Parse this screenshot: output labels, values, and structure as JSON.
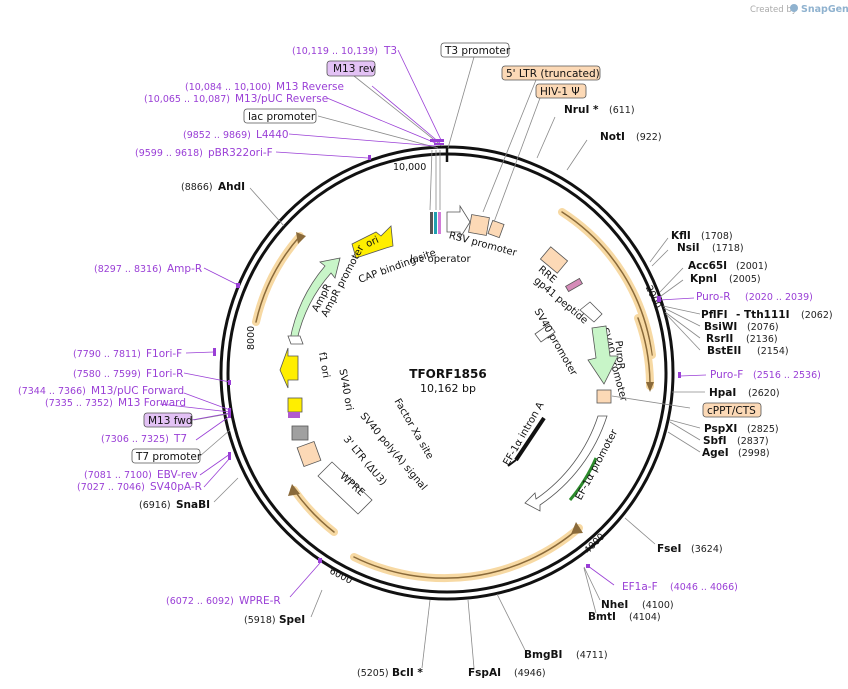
{
  "credit": {
    "prefix": "Created by",
    "brand": "SnapGene"
  },
  "plasmid": {
    "name": "TFORF1856",
    "length_label": "10,162 bp"
  },
  "ticks": [
    "10,000",
    "2000",
    "4000",
    "6000",
    "8000"
  ],
  "sites": [
    {
      "name": "AhdI",
      "pos": "(8866)"
    },
    {
      "name": "NruI *",
      "pos": "(611)"
    },
    {
      "name": "NotI",
      "pos": "(922)"
    },
    {
      "name": "KflI",
      "pos": "(1708)"
    },
    {
      "name": "NsiI",
      "pos": "(1718)"
    },
    {
      "name": "Acc65I",
      "pos": "(2001)"
    },
    {
      "name": "KpnI",
      "pos": "(2005)"
    },
    {
      "name": "PflFI",
      "pos": "- Tth111I",
      "extra": "(2062)"
    },
    {
      "name": "BsiWI",
      "pos": "(2076)"
    },
    {
      "name": "RsrII",
      "pos": "(2136)"
    },
    {
      "name": "BstEII",
      "pos": "(2154)"
    },
    {
      "name": "HpaI",
      "pos": "(2620)"
    },
    {
      "name": "PspXI",
      "pos": "(2825)"
    },
    {
      "name": "SbfI",
      "pos": "(2837)"
    },
    {
      "name": "AgeI",
      "pos": "(2998)"
    },
    {
      "name": "FseI",
      "pos": "(3624)"
    },
    {
      "name": "NheI",
      "pos": "(4100)"
    },
    {
      "name": "BmtI",
      "pos": "(4104)"
    },
    {
      "name": "BmgBI",
      "pos": "(4711)"
    },
    {
      "name": "FspAI",
      "pos": "(4946)"
    },
    {
      "name": "BclI *",
      "pos": "(5205)"
    },
    {
      "name": "SpeI",
      "pos": "(5918)"
    },
    {
      "name": "SnaBI",
      "pos": "(6916)"
    }
  ],
  "primers": [
    {
      "pos": "(10,119 .. 10,139)",
      "name": "T3"
    },
    {
      "pos": "(10,084 .. 10,100)",
      "name": "M13 Reverse"
    },
    {
      "pos": "(10,065 .. 10,087)",
      "name": "M13/pUC Reverse"
    },
    {
      "pos": "(9852 .. 9869)",
      "name": "L4440"
    },
    {
      "pos": "(9599 .. 9618)",
      "name": "pBR322ori-F"
    },
    {
      "pos": "(8297 .. 8316)",
      "name": "Amp-R"
    },
    {
      "pos": "(7790 .. 7811)",
      "name": "F1ori-F"
    },
    {
      "pos": "(7580 .. 7599)",
      "name": "F1ori-R"
    },
    {
      "pos": "(7344 .. 7366)",
      "name": "M13/pUC Forward"
    },
    {
      "pos": "(7335 .. 7352)",
      "name": "M13 Forward"
    },
    {
      "pos": "(7306 .. 7325)",
      "name": "T7"
    },
    {
      "pos": "(7081 .. 7100)",
      "name": "EBV-rev"
    },
    {
      "pos": "(7027 .. 7046)",
      "name": "SV40pA-R"
    },
    {
      "pos": "(6072 .. 6092)",
      "name": "WPRE-R"
    },
    {
      "name": "Puro-R",
      "pos": "(2020 .. 2039)"
    },
    {
      "name": "Puro-F",
      "pos": "(2516 .. 2536)"
    },
    {
      "name": "EF1a-F",
      "pos": "(4046 .. 4066)"
    }
  ],
  "boxed": {
    "m13rev": "M13 rev",
    "t3prom": "T3 promoter",
    "ltr": "5' LTR (truncated)",
    "hiv": "HIV-1 Ψ",
    "lacprom": "lac promoter",
    "m13fwd": "M13 fwd",
    "t7prom": "T7 promoter",
    "cppt": "cPPT/CTS"
  },
  "features": {
    "ori": "ori",
    "cap": "CAP binding site",
    "lacop": "lac operator",
    "rsv": "RSV promoter",
    "rre": "RRE",
    "gp41": "gp41 peptide",
    "sv40prom_a": "SV40 promoter",
    "puror": "PuroR",
    "sv40prom_b": "SV40 promoter",
    "ef1a_intron": "EF-1α intron A",
    "ef1a_prom": "EF-1α promoter",
    "ampr": "AmpR",
    "ampr_prom": "AmpR promoter",
    "f1ori": "f1 ori",
    "sv40ori": "SV40 ori",
    "factorxa": "Factor Xa site",
    "sv40pa": "SV40 poly(A) signal",
    "ltr3": "3' LTR (ΔU3)",
    "wpre": "WPRE"
  },
  "colors": {
    "ori": "#ffee00",
    "ampr": "#c8f5c8",
    "ltr": "#fcd9b6",
    "primer": "#9a3fd6",
    "primer_box": "#e3c2f5",
    "orf": "#f0b55a",
    "ef1a_green": "#2c8a2c"
  }
}
